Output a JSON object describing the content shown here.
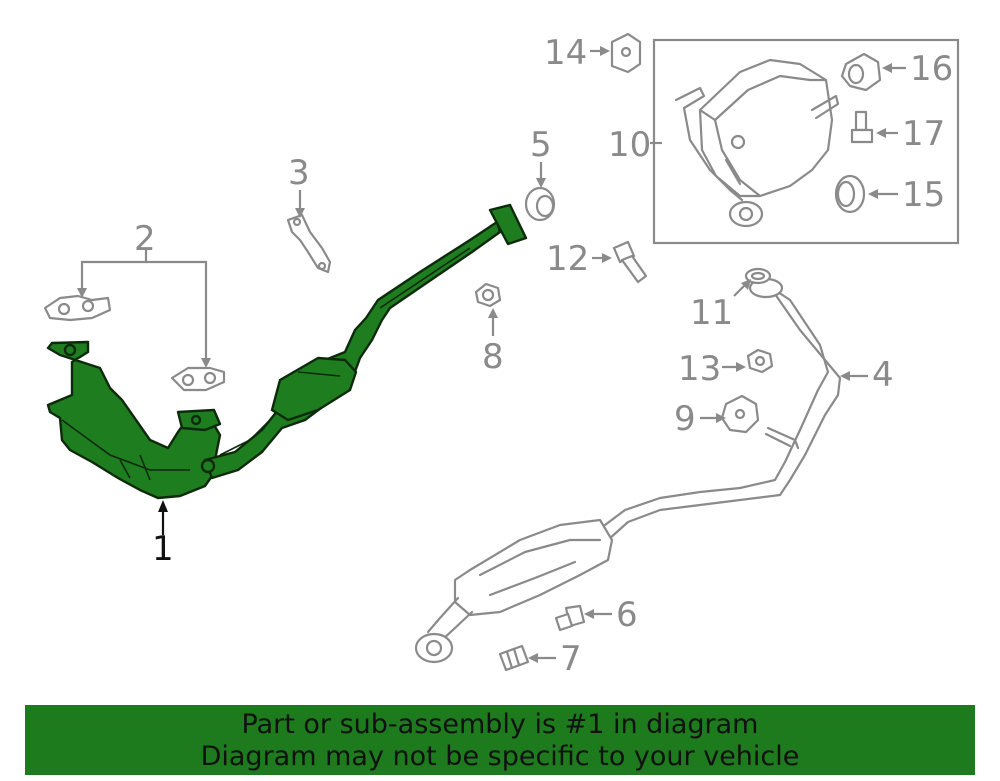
{
  "diagram": {
    "callouts": {
      "c1": "1",
      "c2": "2",
      "c3": "3",
      "c4": "4",
      "c5": "5",
      "c6": "6",
      "c7": "7",
      "c8": "8",
      "c9": "9",
      "c10": "10",
      "c11": "11",
      "c12": "12",
      "c13": "13",
      "c14": "14",
      "c15": "15",
      "c16": "16",
      "c17": "17"
    },
    "colors": {
      "highlight": "#1e7d1e",
      "outline": "#8a8a8a",
      "banner": "#1d7a1d"
    }
  },
  "banner": {
    "line1": "Part or sub-assembly is #1 in diagram",
    "line2": "Diagram may not be specific to your vehicle"
  }
}
